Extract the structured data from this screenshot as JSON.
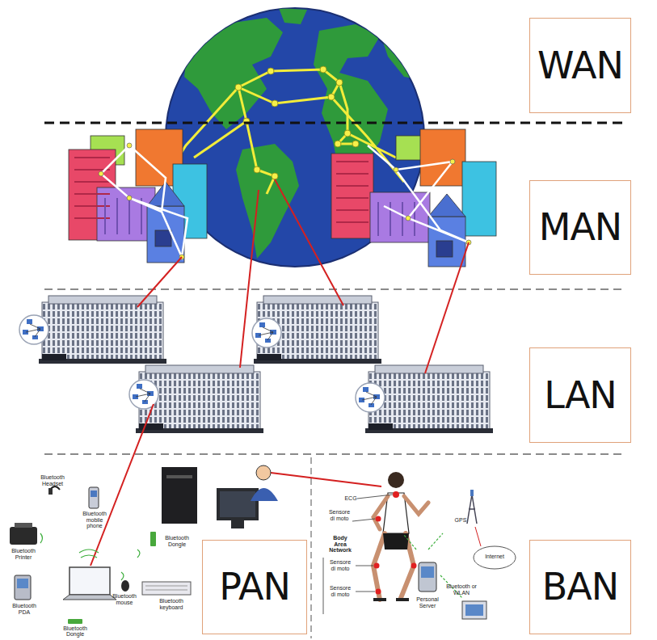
{
  "diagram": {
    "nodes": [
      {
        "text": [
          "WAN"
        ]
      },
      {
        "text": [
          "MAN"
        ]
      },
      {
        "text": [
          "LAN"
        ]
      },
      {
        "text": [
          "PAN"
        ]
      },
      {
        "text": [
          "BAN"
        ]
      }
    ],
    "labels": [
      "Bluetooth Headset",
      "Bluetooth mobile phone",
      "Bluetooth Printer",
      "Bluetooth Dongle",
      "Bluetooth PDA",
      "Bluetooth mouse",
      "Bluetooth keyboard",
      "Bluetooth Dongle",
      "ECG",
      "Sensore di moto",
      "Body Area Network",
      "Sensore di moto",
      "Sensore di moto",
      "GPS",
      "Internet",
      "Bluetooth or WLAN",
      "Personal Server"
    ]
  }
}
